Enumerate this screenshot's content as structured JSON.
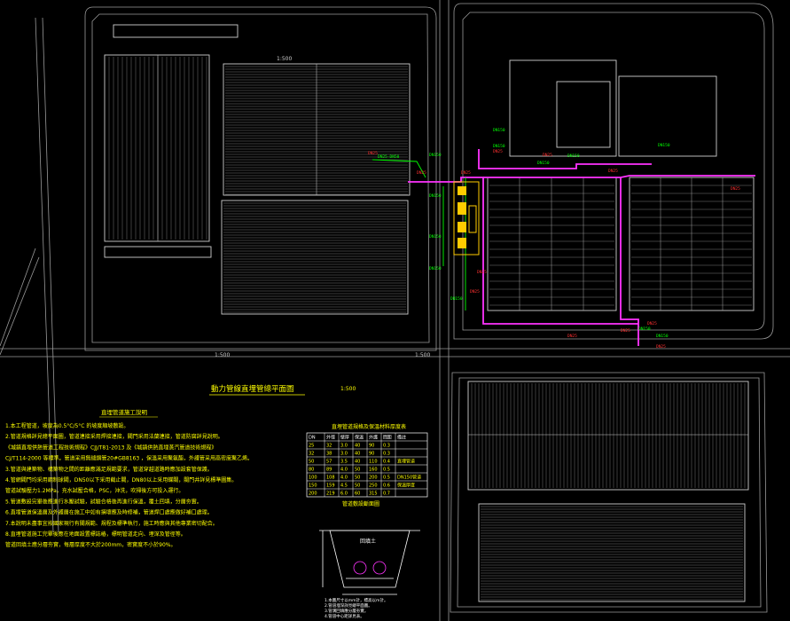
{
  "drawing": {
    "title": "動力管線直埋管總平面圖",
    "scale": "1:500",
    "left_lot_labels": [
      "1:500",
      "1:500",
      "1:500"
    ],
    "green_tags": [
      "DN25-DN50",
      "DN150",
      "DN150",
      "DN150",
      "DN150",
      "DN150",
      "DN150",
      "DN150",
      "DN150",
      "DN150",
      "DN150",
      "DN150",
      "DN150"
    ],
    "red_tags": [
      "DN25",
      "DN25",
      "DN25",
      "DN25",
      "DN25",
      "DN25",
      "DN25",
      "DN25",
      "DN25",
      "DN25",
      "DN25",
      "DN25",
      "DN25"
    ]
  },
  "notes": {
    "heading": "直埋管道施工說明",
    "lines": [
      "1.本工程管道，坡度為0.5°C/5°C 的坡度順坡敷設。",
      "2.管道規格詳見總平面圖，管道連接采用焊接連接，閥門采用法蘭連接，管道防腐詳見說明。",
      "《城鎮直埋供熱管道工程技術規程》CJJ/T81-2013 及《城鎮供熱直埋蒸汽管道技術規程》",
      "CJ/T114-2000 等標準。管道采用無縫鋼管20#GB8163 ，保溫采用聚氨酯，外護管采用高密度聚乙烯。",
      "3.管道與建築物、構築物之間的距離應滿足規範要求，管道穿越道路時應加設套管保護。",
      "4.管網閥門均采用鋼制球閥，DN50以下采用截止閥，DN80以上采用蝶閥，閥門井詳見標準圖集。",
      "管道試驗壓力1.2MPa，充水試壓合格，PSC，沖洗，吹掃後方可投入運行。",
      "5.管道敷設完畢後應進行水壓試驗，試驗合格後再進行保溫，覆土回填，分層夯實。",
      "6.直埋管道保溫層及外護層在施工中如有損壞應及時修補，管道焊口處應做好補口處理。",
      "7.本說明未盡事宜按國家現行有關規範、規程及標準執行，施工時應與其他專業密切配合。",
      "8.直埋管道施工完畢後應在地面設置標誌樁，標明管道走向、埋深及管徑等。",
      "管道回填土應分層夯實，每層厚度不大於200mm，密實度不小於90%。"
    ]
  },
  "table": {
    "title": "直埋管道規格及保溫材料厚度表",
    "headers": [
      "DN",
      "外徑",
      "壁厚",
      "保溫",
      "外護",
      "間距",
      "備註"
    ],
    "rows": [
      [
        "25",
        "32",
        "3.0",
        "40",
        "90",
        "0.3",
        ""
      ],
      [
        "32",
        "38",
        "3.0",
        "40",
        "90",
        "0.3",
        ""
      ],
      [
        "50",
        "57",
        "3.5",
        "40",
        "110",
        "0.4",
        "直埋管道"
      ],
      [
        "80",
        "89",
        "4.0",
        "50",
        "160",
        "0.5",
        ""
      ],
      [
        "100",
        "108",
        "4.0",
        "50",
        "200",
        "0.5",
        "DN150管道"
      ],
      [
        "150",
        "159",
        "4.5",
        "50",
        "250",
        "0.6",
        "保溫厚度"
      ],
      [
        "200",
        "219",
        "6.0",
        "60",
        "315",
        "0.7",
        ""
      ]
    ]
  },
  "section": {
    "title": "管道敷設斷面圖",
    "fill_label": "回填土",
    "notes": [
      "1.本圖尺寸以mm計，標高以m計。",
      "2.管道埋深詳見總平面圖。",
      "3.管溝回填應分層夯實。",
      "4.管道中心距詳見表。"
    ]
  },
  "colors": {
    "background": "#000000",
    "linework": "#c8c8c8",
    "pipe_route": "#ff33ff",
    "label_green": "#00ff00",
    "label_red": "#ff3030",
    "notes_text": "#ffff00",
    "equipment": "#ffcc00"
  }
}
